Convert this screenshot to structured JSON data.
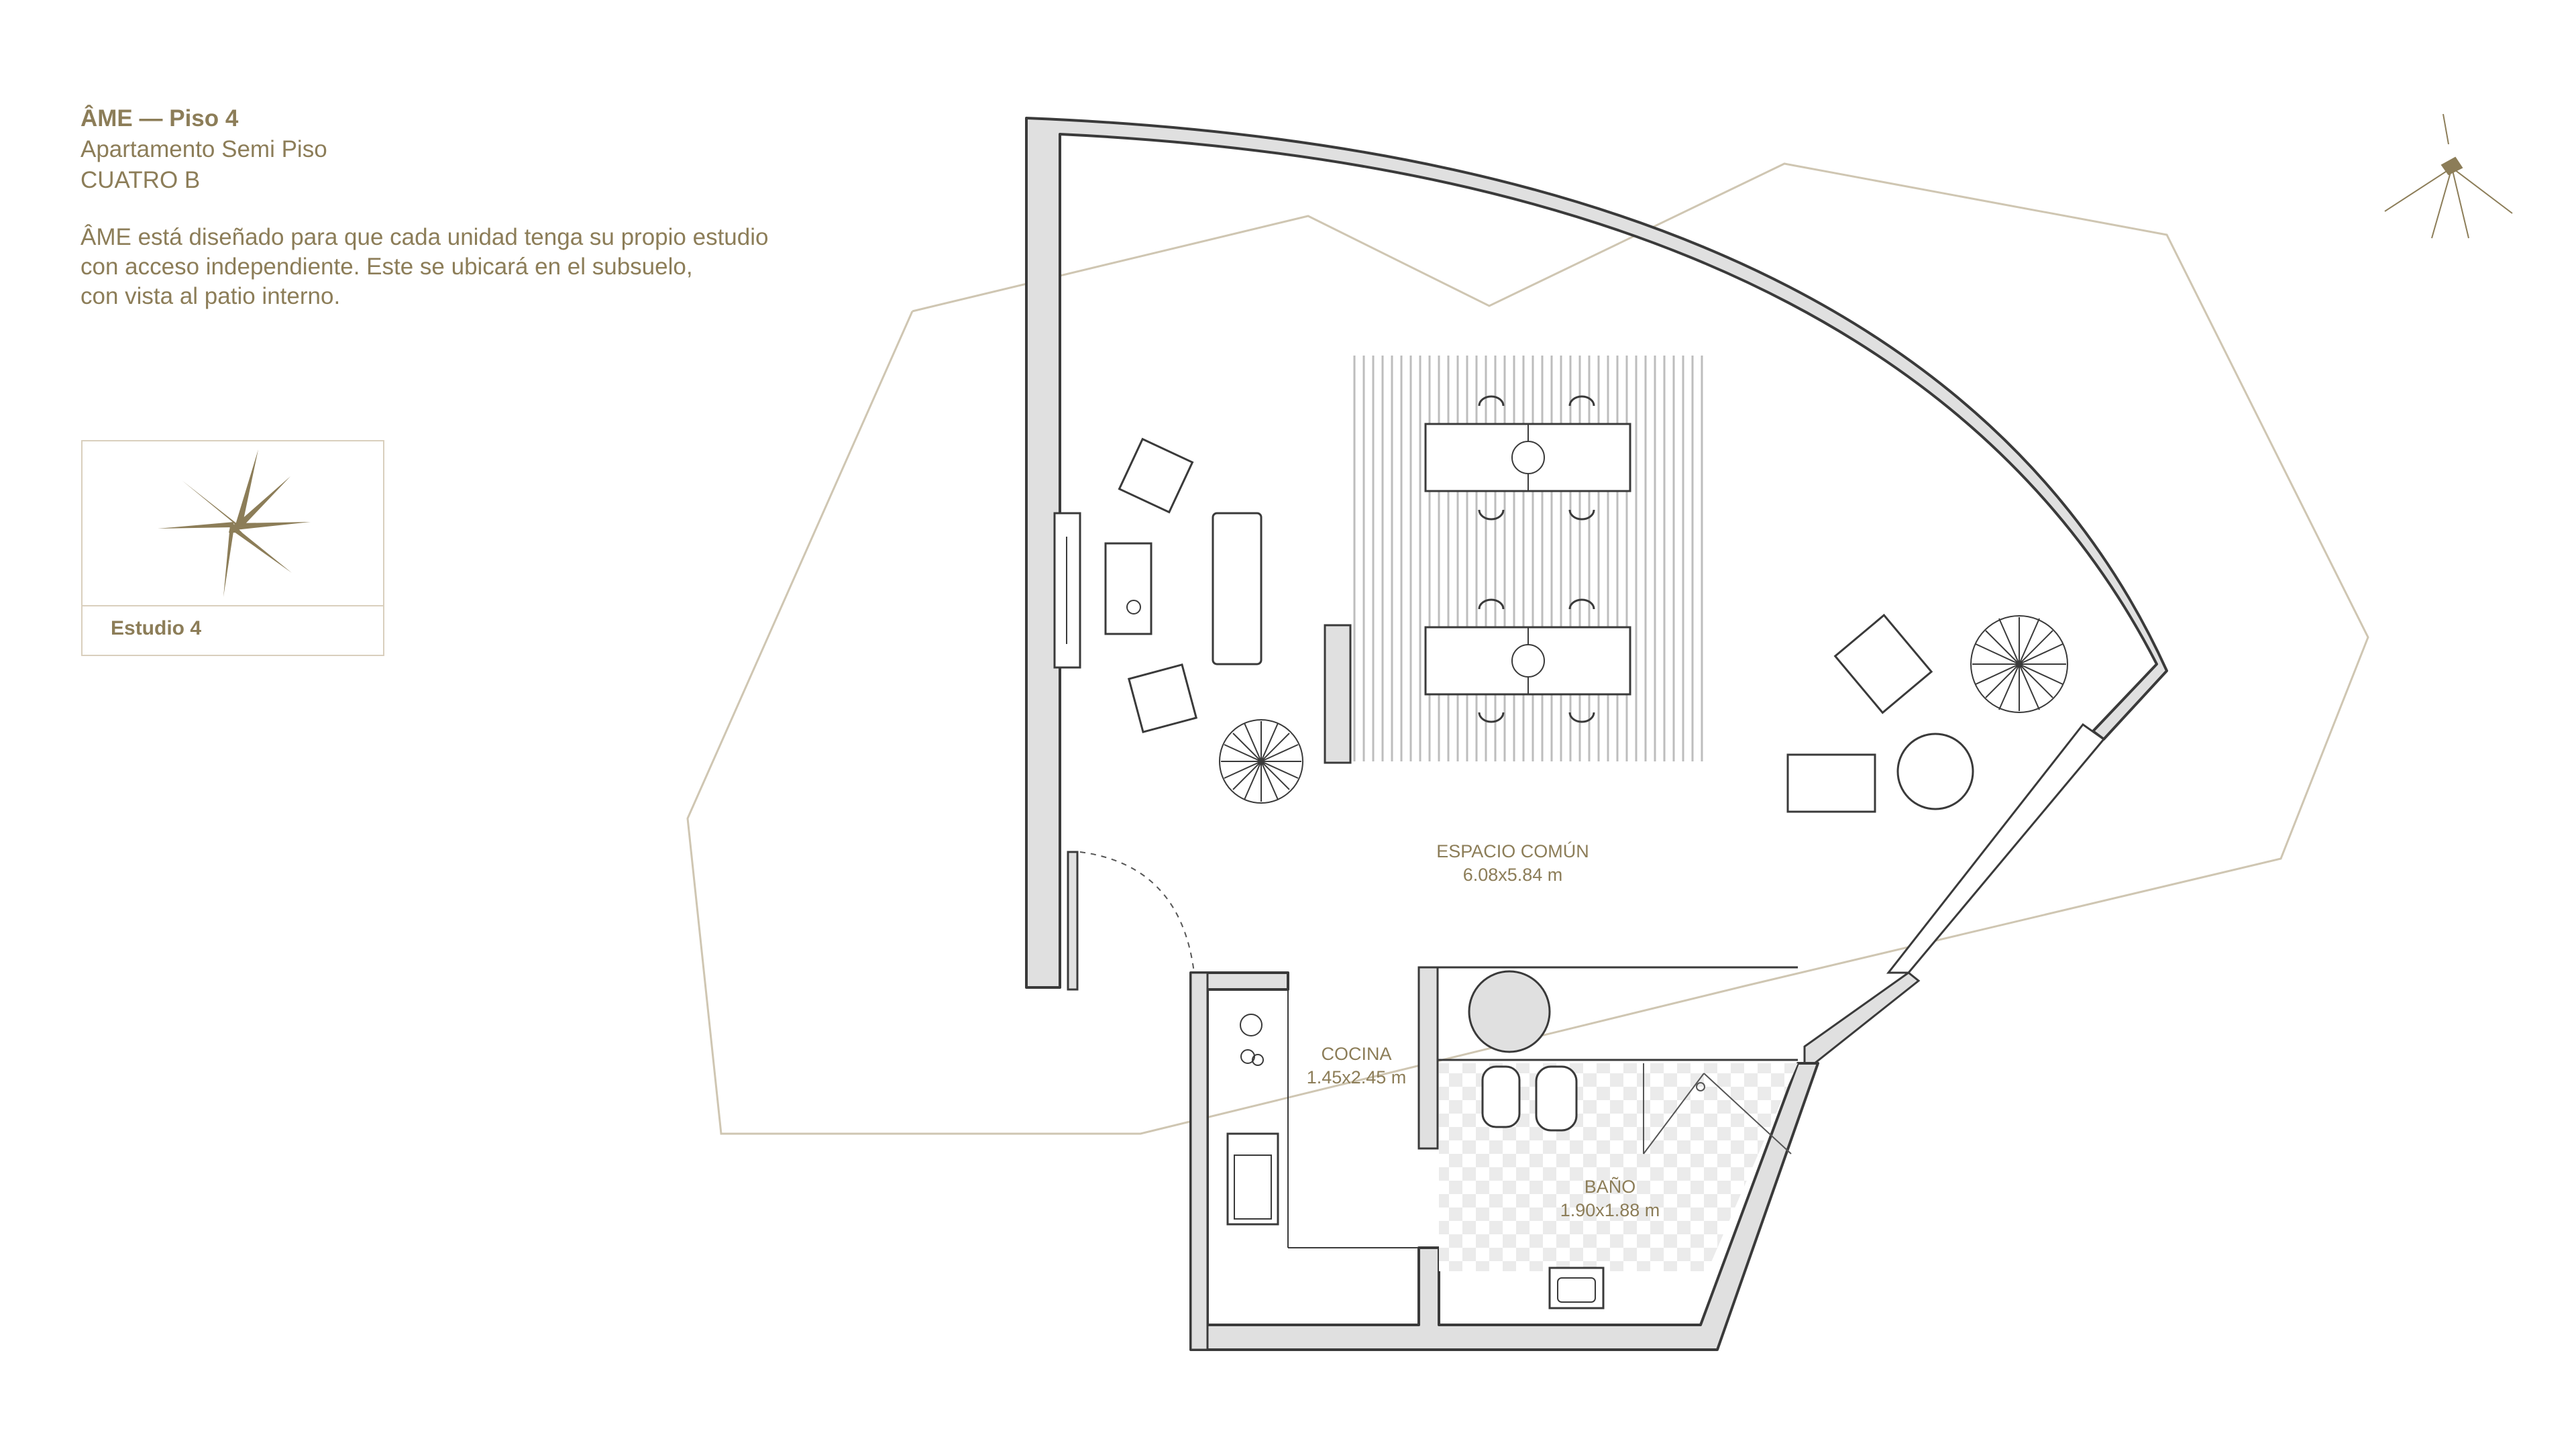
{
  "project": {
    "title": "ÂME — Piso 4",
    "subtitle": "Apartamento Semi Piso",
    "unit": "CUATRO B"
  },
  "description": [
    "ÂME está diseñado para que cada unidad tenga su propio estudio",
    "con acceso independiente. Este se ubicará en el subsuelo,",
    "con vista al patio interno."
  ],
  "studio_card": {
    "label": "Estudio 4",
    "icon": "star-burst-icon"
  },
  "rooms": {
    "common": {
      "name": "ESPACIO COMÚN",
      "size": "6.08x5.84 m"
    },
    "kitchen": {
      "name": "COCINA",
      "size": "1.45x2.45 m"
    },
    "bath": {
      "name": "BAÑO",
      "size": "1.90x1.88 m"
    }
  },
  "compass": {
    "icon": "north-arrow-icon"
  },
  "colors": {
    "accent": "#8c7d58",
    "wall_fill": "#e0e0e0",
    "wall_stroke": "#3a3a3a",
    "site_outline": "#cfc6b2"
  }
}
